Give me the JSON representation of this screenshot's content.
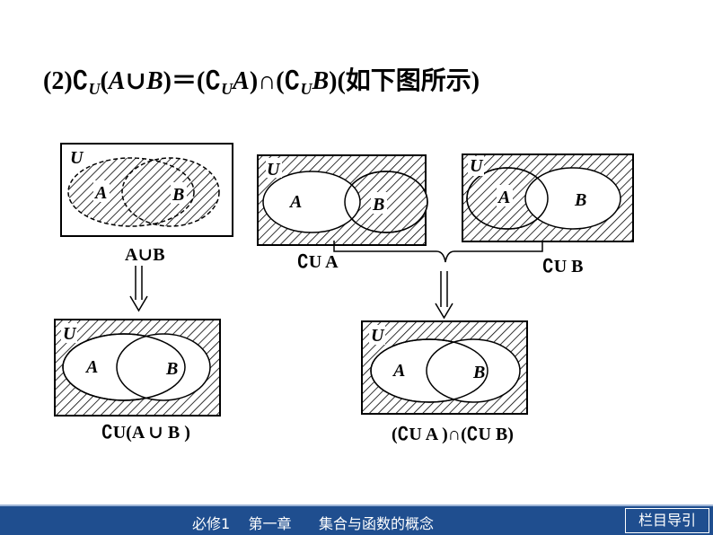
{
  "formula": {
    "prefix": "(2)",
    "comp": "∁",
    "u": "U",
    "lp": "(",
    "a": "A",
    "cup": "∪",
    "b": "B",
    "rp_eq": ")＝(",
    "a2": "A",
    "mid": ")∩(",
    "b2": "B",
    "tail": ")(如下图所示)"
  },
  "labels": {
    "universe": "U",
    "set_a": "A",
    "set_b": "B"
  },
  "captions": {
    "union": "A∪B",
    "comp_a": "∁U A",
    "comp_b": "∁U B",
    "comp_union": "∁U(A ∪ B )",
    "intersection": "(∁U A )∩(∁U B)"
  },
  "footer": {
    "text": "必修1    第一章      集合与函数的概念",
    "nav": "栏目导引"
  },
  "colors": {
    "footer_bg": "#1f4e8f",
    "hatch": "#000000"
  }
}
